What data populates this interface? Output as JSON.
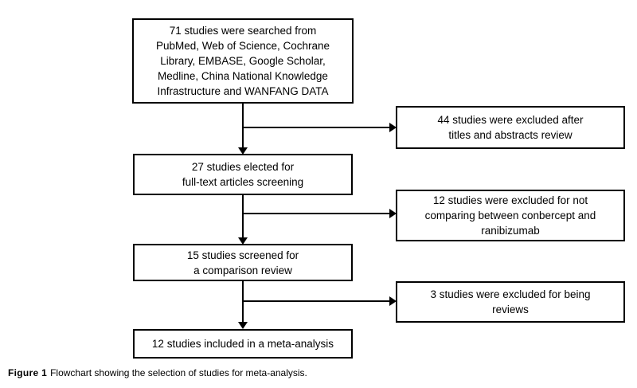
{
  "figure": {
    "caption_label": "Figure 1",
    "caption_text": "Flowchart showing the selection of studies for meta-analysis."
  },
  "colors": {
    "box_border": "#000000",
    "box_background": "#ffffff",
    "text": "#000000",
    "page_background": "#ffffff"
  },
  "flowchart": {
    "main_boxes": [
      {
        "id": "search",
        "count": 71,
        "text": "71 studies were searched from\nPubMed, Web of Science, Cochrane\nLibrary, EMBASE, Google Scholar,\nMedline, China National Knowledge\nInfrastructure and WANFANG DATA"
      },
      {
        "id": "full-text-screening",
        "count": 27,
        "text": "27 studies elected for\nfull-text articles screening"
      },
      {
        "id": "comparison-review",
        "count": 15,
        "text": "15 studies screened for\na comparison review"
      },
      {
        "id": "meta-analysis",
        "count": 12,
        "text": "12 studies included in a meta-analysis"
      }
    ],
    "exclusion_boxes": [
      {
        "id": "excluded-titles-abstracts",
        "count": 44,
        "text": "44 studies were excluded after\ntitles and abstracts review"
      },
      {
        "id": "excluded-not-comparing",
        "count": 12,
        "text": "12 studies were excluded for not\ncomparing between conbercept and\nranibizumab"
      },
      {
        "id": "excluded-reviews",
        "count": 3,
        "text": "3 studies were excluded for being\nreviews"
      }
    ]
  }
}
